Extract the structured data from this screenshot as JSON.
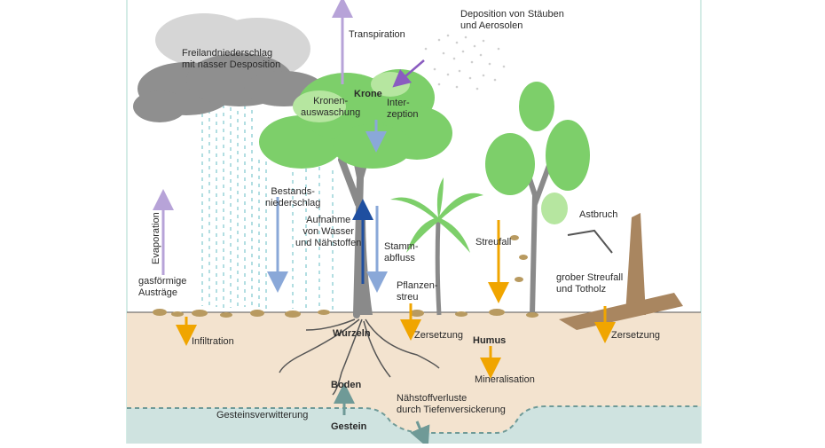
{
  "labels": {
    "freilandniederschlag": "Freilandniederschlag\nmit nasser Desposition",
    "transpiration": "Transpiration",
    "deposition": "Deposition von Stäuben\nund Aerosolen",
    "krone": "Krone",
    "kronenauswaschung": "Kronen-\nauswaschung",
    "interzeption": "Inter-\nzeption",
    "bestandsniederschlag": "Bestands-\nniederschlag",
    "aufnahme": "Aufnahme\nvon Wasser\nund Nähstoffen",
    "stammabfluss": "Stamm-\nabfluss",
    "evaporation": "Evaporation",
    "gasfoermige": "gasförmige\nAusträge",
    "streufall": "Streufall",
    "astbruch": "Astbruch",
    "pflanzenstreu": "Pflanzen-\nstreu",
    "grober_streufall": "grober Streufall\nund Totholz",
    "infiltration": "Infiltration",
    "wurzeln": "Wurzeln",
    "zersetzung_left": "Zersetzung",
    "humus": "Humus",
    "zersetzung_right": "Zersetzung",
    "mineralisation": "Mineralisation",
    "boden": "Boden",
    "naehrstoffverluste": "Nähstoffverluste\ndurch Tiefenversickerung",
    "gesteinsverwitterung": "Gesteinsverwitterung",
    "gestein": "Gestein"
  },
  "colors": {
    "soil": "#f3e3cf",
    "rock": "#cfe3e0",
    "cloud": "#8f8f8f",
    "rain": "#7fc7cf",
    "foliage": "#7dcf6a",
    "foliage_light": "#b6e6a0",
    "trunk": "#8a8a8a",
    "dead_wood": "#a98660",
    "arrow_blue": "#8aa8d8",
    "arrow_darkblue": "#1f4fa0",
    "arrow_purple": "#b7a3d8",
    "arrow_purple_dark": "#8a5cc0",
    "arrow_orange": "#f0a500",
    "arrow_teal": "#6f9a97",
    "frame": "#a8d8cc"
  }
}
